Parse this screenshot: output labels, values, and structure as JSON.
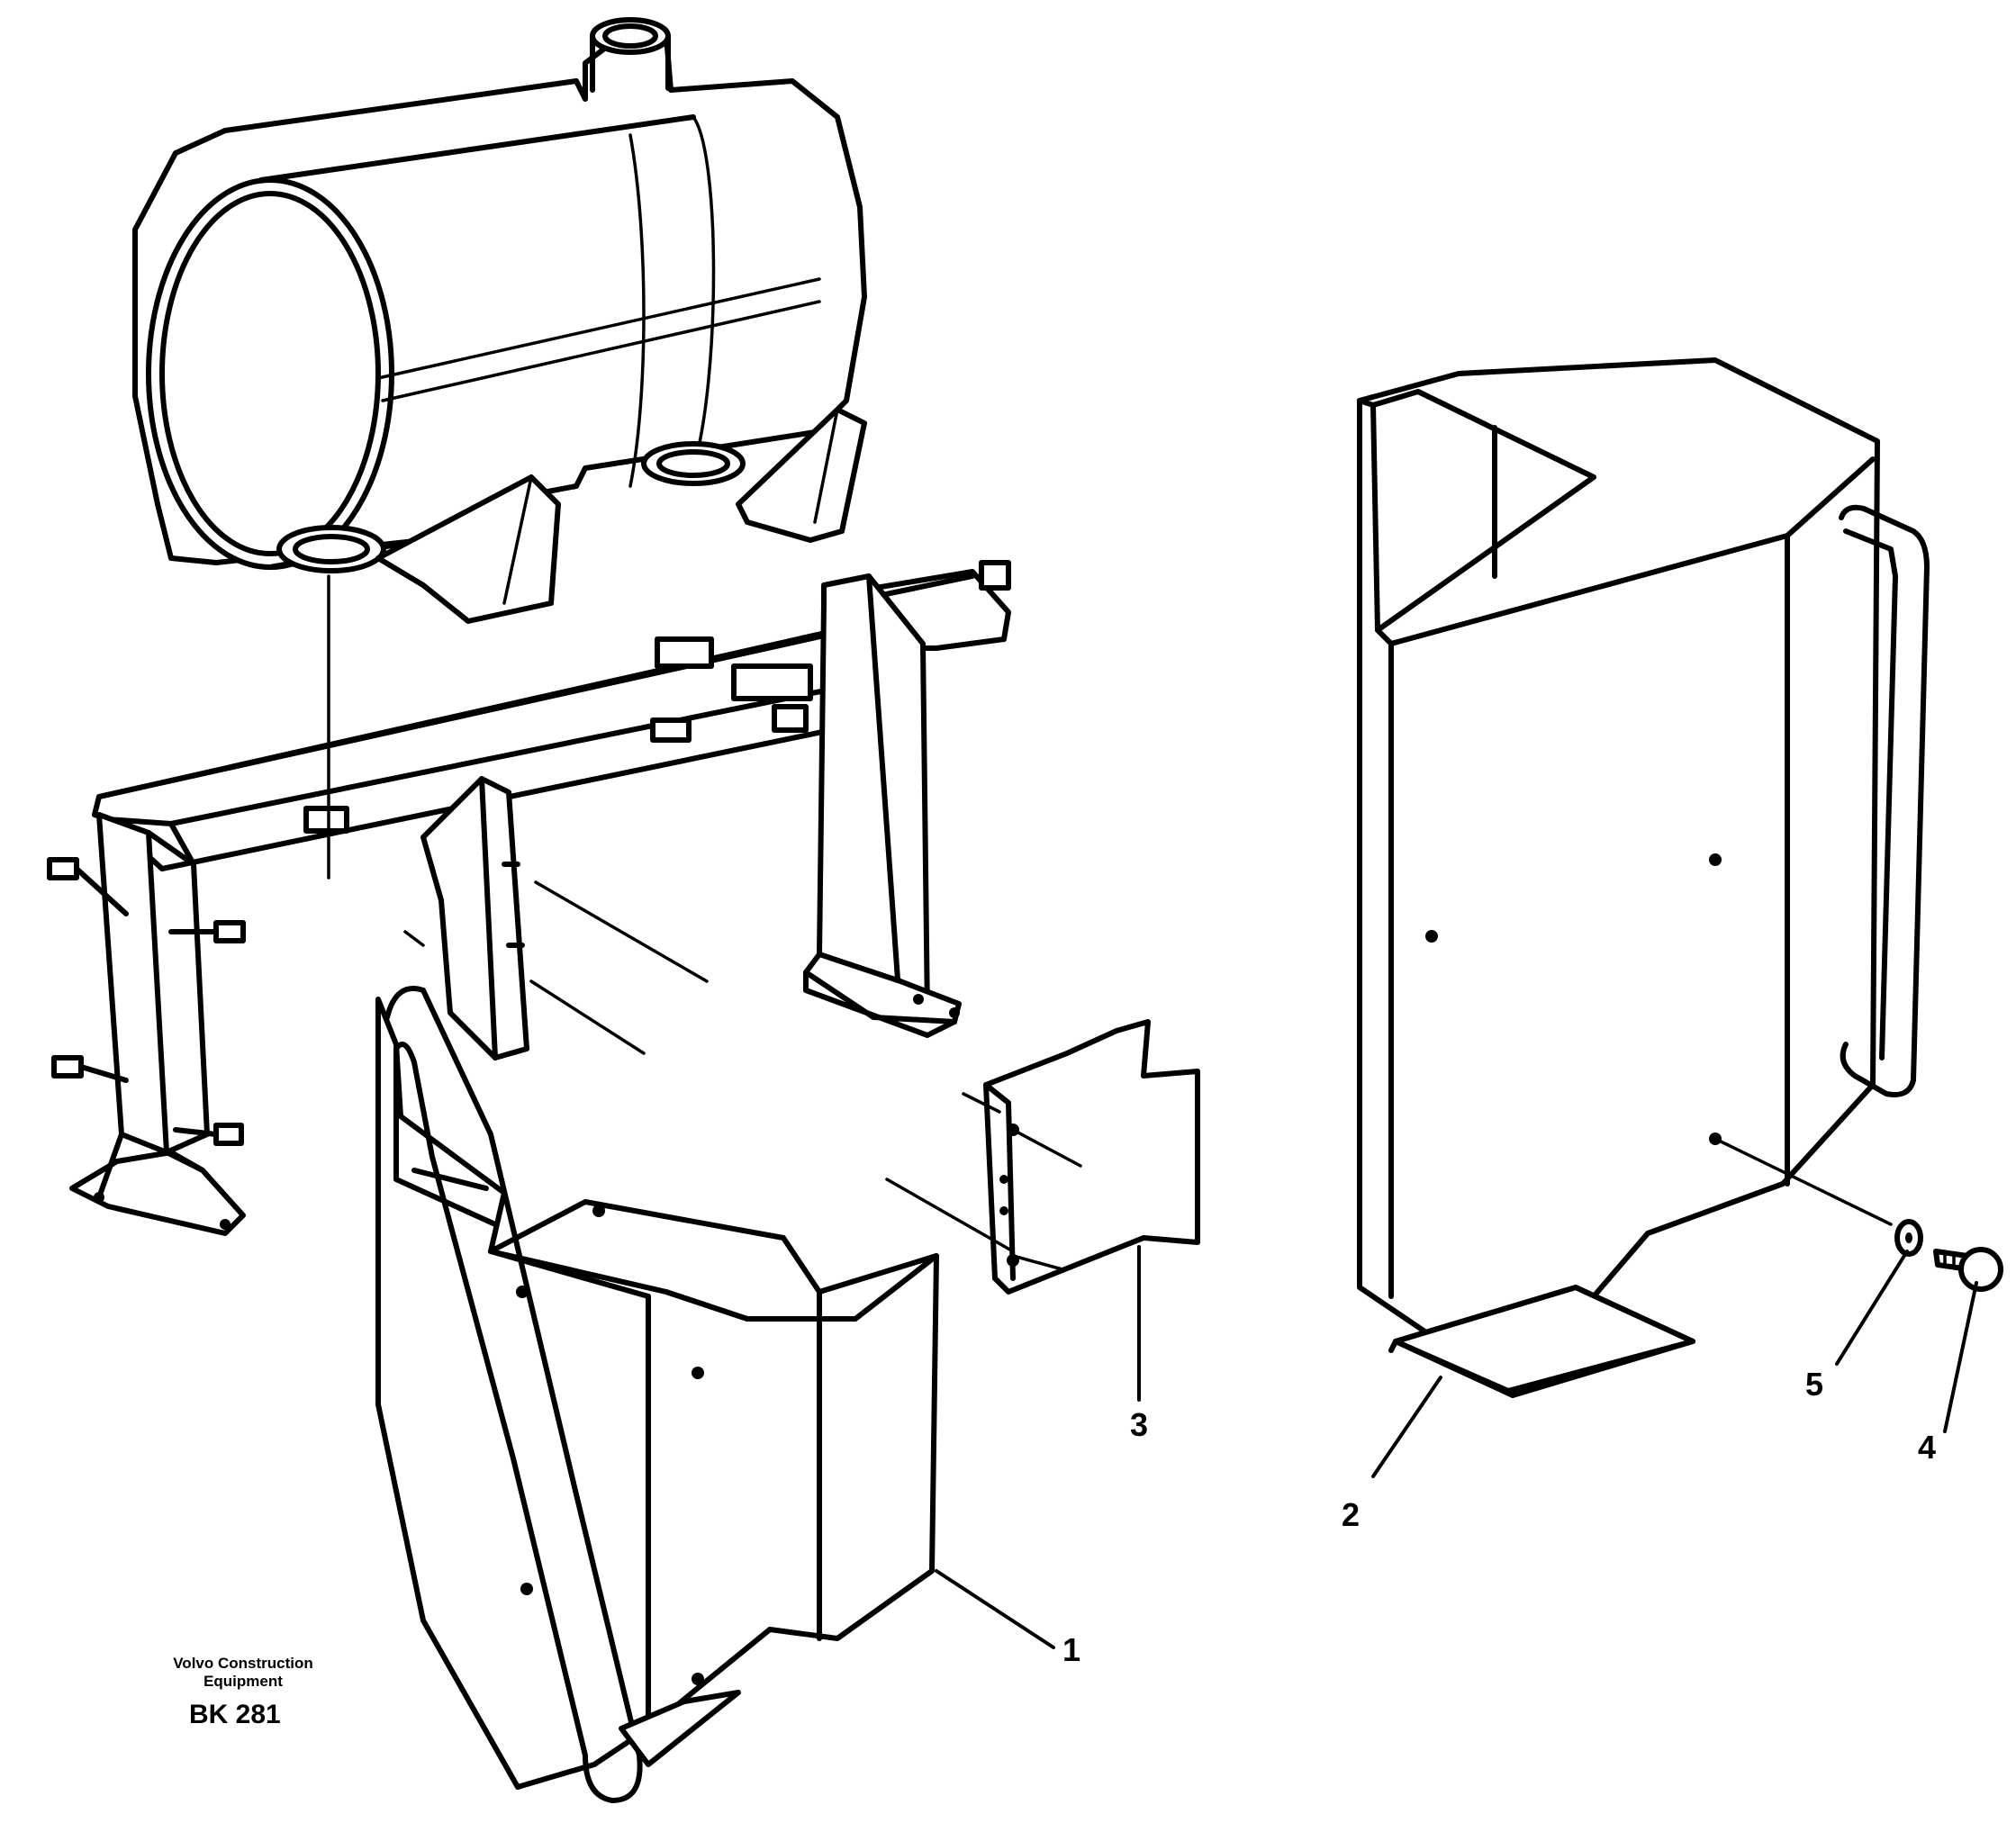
{
  "callouts": {
    "part_1": "1",
    "part_2": "2",
    "part_3": "3",
    "part_4": "4",
    "part_5": "5"
  },
  "footer": {
    "credit_line1": "Volvo Construction",
    "credit_line2": "Equipment",
    "ref_code": "BK 281"
  },
  "style": {
    "line_color": "#000000",
    "background": "#ffffff"
  },
  "components": [
    "muffler-icon",
    "support-frame-icon",
    "side-cover-left-icon",
    "side-cover-right-icon",
    "bracket-plate-icon",
    "screw-icon",
    "washer-icon"
  ]
}
